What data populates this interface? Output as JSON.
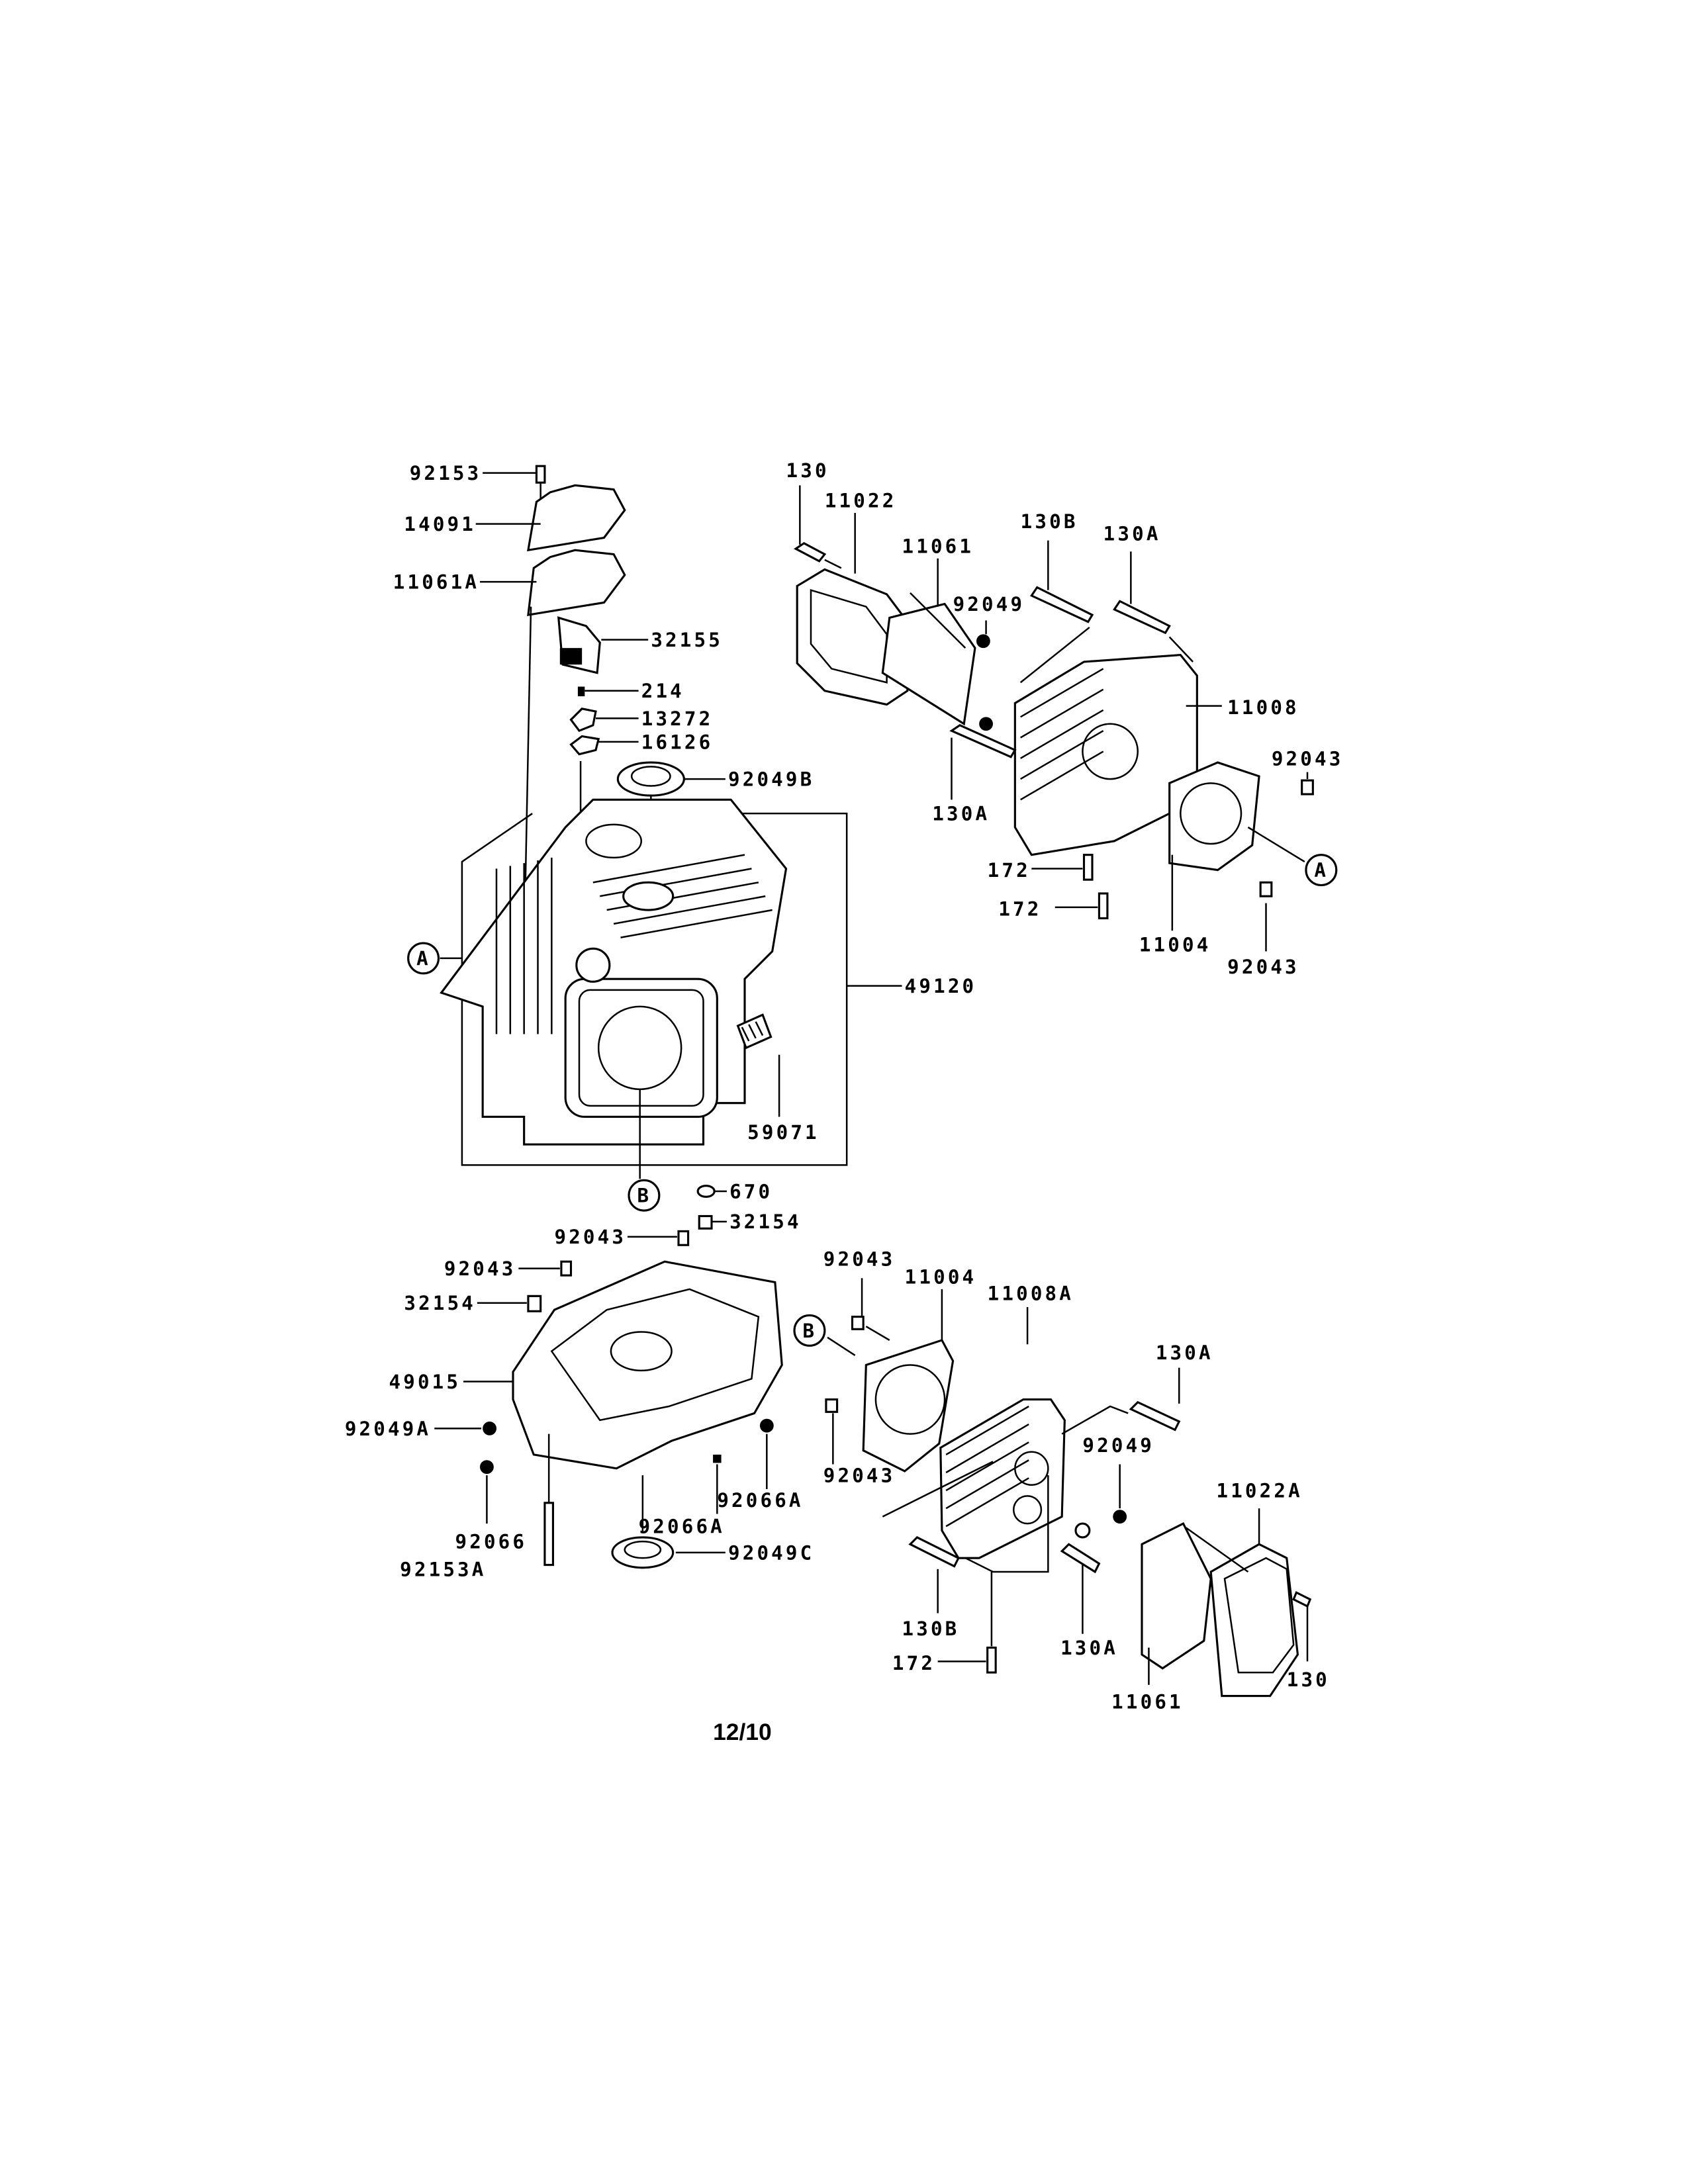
{
  "page_number": "12/10",
  "reference_markers": {
    "a": "A",
    "b": "B"
  },
  "callouts": {
    "top_left": [
      "92153",
      "14091",
      "11061A",
      "32155",
      "214",
      "13272",
      "16126",
      "92049B",
      "49120",
      "59071",
      "670",
      "32154"
    ],
    "top_right": [
      "130",
      "11022",
      "11061",
      "130B",
      "130A",
      "92049",
      "11008",
      "92043",
      "130A",
      "172",
      "172",
      "11004",
      "92043"
    ],
    "bottom_left": [
      "92043",
      "92043",
      "32154",
      "49015",
      "92049A",
      "92066",
      "92153A",
      "92066A",
      "92066A",
      "92049C"
    ],
    "bottom_right": [
      "92043",
      "11004",
      "11008A",
      "130A",
      "92043",
      "92049",
      "11022A",
      "130B",
      "172",
      "130A",
      "11061",
      "130"
    ]
  }
}
